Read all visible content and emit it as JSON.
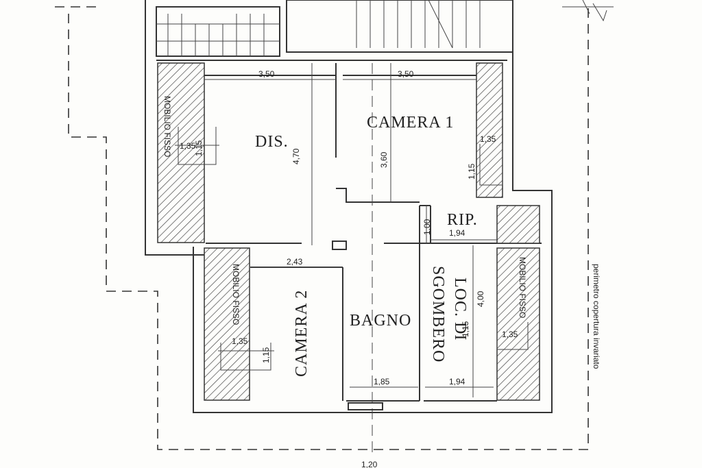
{
  "rooms": {
    "dis": "DIS.",
    "camera1": "CAMERA 1",
    "rip": "RIP.",
    "camera2": "CAMERA 2",
    "bagno": "BAGNO",
    "loc_line1": "LOC. DI",
    "loc_line2": "SGOMBERO"
  },
  "furniture": {
    "left": "MOBILIO FISSO",
    "camera2": "MOBILIO FISSO",
    "right": "MOBILIO FISSO"
  },
  "dimensions": {
    "dis_width": "3,50",
    "camera1_width": "3,50",
    "dis_height": "4,70",
    "camera1_height": "3,60",
    "camera1_door": "1,35",
    "camera1_door_h": "1,15",
    "dis_door": "1,35",
    "dis_door_h": "1,15",
    "rip_h": "1,00",
    "rip_w": "1,94",
    "camera2_width": "2,43",
    "camera2_door": "1,35",
    "camera2_door_h": "1,15",
    "bagno_width": "1,85",
    "loc_width": "1,94",
    "loc_height": "4,00",
    "loc_door_h": "1,15",
    "right_door": "1,35",
    "bottom": "1,20"
  },
  "note": "perimetro copertura invariato"
}
